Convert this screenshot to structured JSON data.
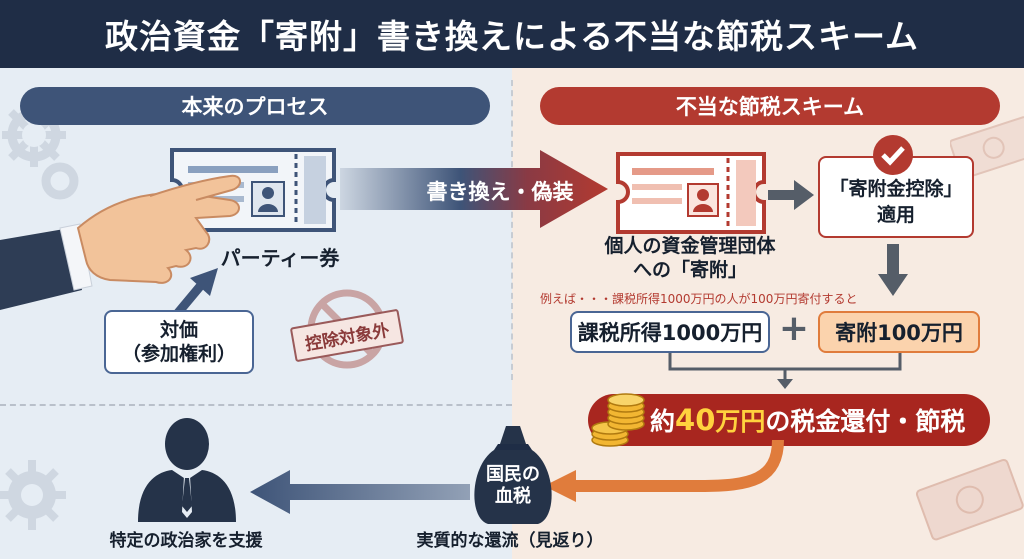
{
  "title": "政治資金「寄附」書き換えによる不当な節税スキーム",
  "left_header": "本来のプロセス",
  "right_header": "不当な節税スキーム",
  "ticket_label": "パーティー券",
  "price_box": {
    "line1": "対価",
    "line2": "（参加権利）"
  },
  "stamp_label": "控除対象外",
  "rewrite_label": "書き換え・偽装",
  "donation_label": {
    "line1": "個人の資金管理団体",
    "line2": "への「寄附」"
  },
  "deduction_box": {
    "line1": "「寄附金控除」",
    "line2": "適用"
  },
  "example_text": "例えば・・・課税所得1000万円の人が100万円寄付すると",
  "income_box": "課税所得1000万円",
  "plus_sign": "+",
  "donation_box": "寄附100万円",
  "result": {
    "prefix": "約",
    "amount": "40",
    "suffix_unit": "万円",
    "rest": "の税金還付・節税"
  },
  "money_bag_label": {
    "line1": "国民の",
    "line2": "血税"
  },
  "return_label": "実質的な還流（見返り）",
  "politician_label": "特定の政治家を支援",
  "colors": {
    "navy": "#1f2d46",
    "blue": "#3e5478",
    "red": "#b33a30",
    "orange": "#e07c3c",
    "gold": "#ffd23e"
  },
  "icons": [
    "hand-holding-ticket-icon",
    "ticket-icon",
    "check-icon",
    "coins-icon",
    "money-bag-icon",
    "politician-icon",
    "gear-icon",
    "banknote-icon",
    "prohibited-icon"
  ]
}
